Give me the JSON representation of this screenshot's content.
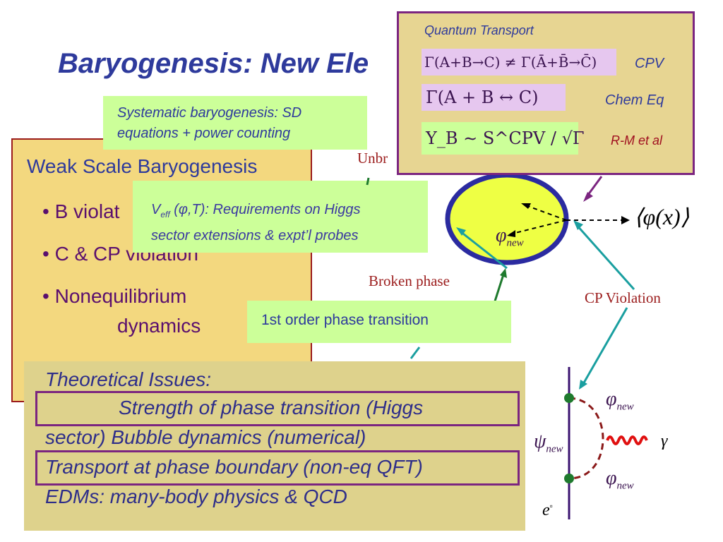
{
  "title": "Baryogenesis: New Ele",
  "systematic": {
    "line1": "Systematic baryogenesis: SD",
    "line2": "equations + power counting"
  },
  "main": {
    "heading": "Weak Scale Baryogenesis",
    "bullets": [
      {
        "bullet": "•",
        "text": "B violat"
      },
      {
        "bullet": "•",
        "text": "C & CP violation"
      },
      {
        "bullet": "•",
        "text": "Nonequilibrium"
      }
    ],
    "bullet3_line2": "dynamics"
  },
  "veff": {
    "v": "V",
    "sub": "eff",
    "args": " (φ,T): Requirements on Higgs",
    "line2": "sector extensions & expt’l probes"
  },
  "quantum": {
    "title": "Quantum Transport",
    "rows": [
      {
        "formula": "Γ(A+B→C) ≠ Γ(Ā+B̄→C̄)",
        "label": "CPV"
      },
      {
        "formula": "Γ(A + B ↔ C)",
        "label": "Chem Eq"
      },
      {
        "formula": "Y_B ∼ S^CPV / √Γ",
        "label": "R-M et al"
      }
    ]
  },
  "diagram": {
    "unbroken": "Unbr",
    "phi_new": "φ",
    "phi_new_sub": "new",
    "vev": "⟨φ(x)⟩",
    "broken_phase": "Broken phase",
    "cp_violation": "CP Violation",
    "psi_new": "ψ",
    "psi_sub": "new",
    "gamma": "γ",
    "electron": "e",
    "electron_sup": "▫"
  },
  "transition": {
    "label": "1st order phase transition"
  },
  "issues": {
    "heading": "Theoretical Issues:",
    "line1": "Strength of phase transition (Higgs",
    "line2": "sector) Bubble dynamics (numerical)",
    "line3": "Transport at phase boundary (non-eq QFT)",
    "line4": "EDMs: many-body physics & QCD"
  },
  "colors": {
    "title": "#2e3a9c",
    "main_bg": "#f3d87f",
    "green_box": "#ccff99",
    "quantum_bg": "#e7d592",
    "issues_bg": "#ded28c",
    "purple_border": "#7b2580",
    "bubble_fill": "#eeff44",
    "arrow_teal": "#1a9fa0",
    "arrow_green": "#1f7a2e",
    "wave_red": "#e01010"
  }
}
